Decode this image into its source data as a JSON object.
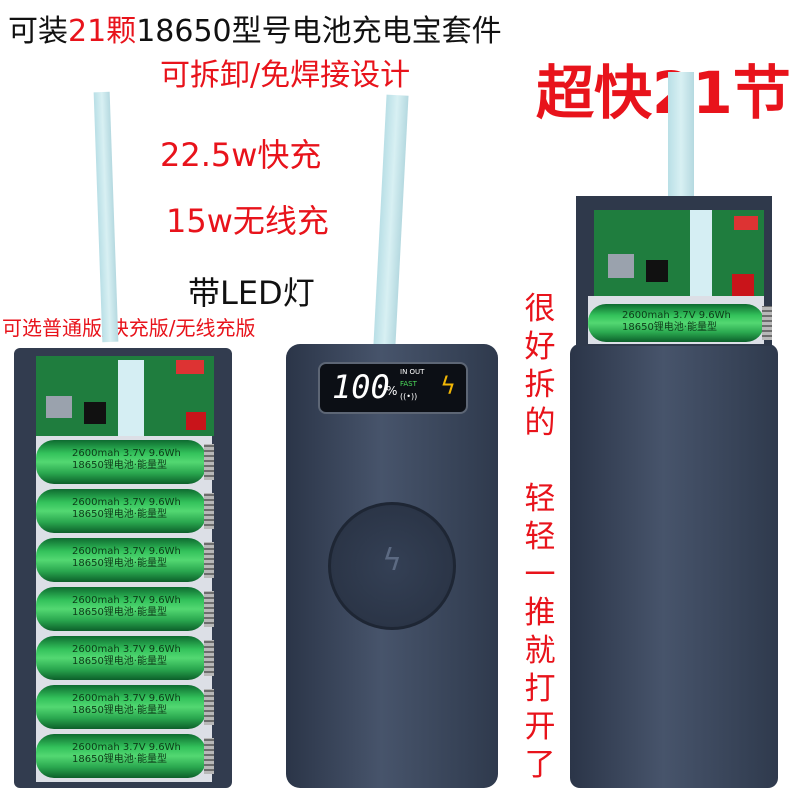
{
  "header": {
    "title_a": "可装",
    "title_b": "21颗",
    "title_c": "18650型号电池充电宝套件",
    "subtitle": "可拆卸/免焊接设计",
    "headline": "超快21节"
  },
  "features": {
    "fast": "22.5w快充",
    "wireless": "15w无线充",
    "led": "带LED灯"
  },
  "options": "可选普通版/快充版/无线充版",
  "vertical_text": [
    "很",
    "好",
    "拆",
    "的",
    "",
    "轻",
    "轻",
    "一",
    "推",
    "就",
    "打",
    "开",
    "了"
  ],
  "battery": {
    "line1": "2600mah  3.7V  9.6Wh",
    "line2": "18650锂电池·能量型"
  },
  "display": {
    "reading": "100",
    "percent": "%",
    "in_out": "IN  OUT",
    "fast": "FAST"
  },
  "colors": {
    "accent_red": "#e8131b",
    "case": "#3a465c",
    "cell_green": "#3cc463"
  }
}
